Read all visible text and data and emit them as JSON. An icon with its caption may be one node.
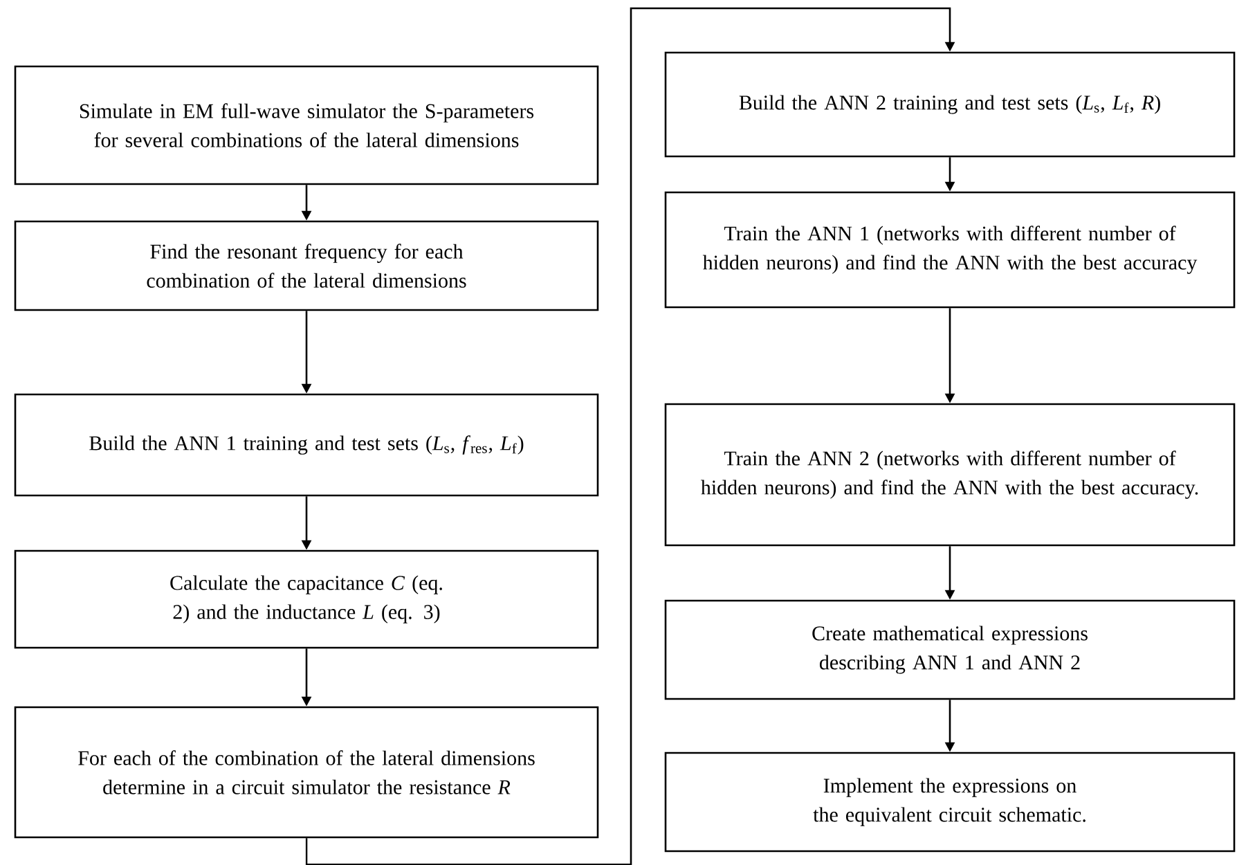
{
  "diagram": {
    "nodes": [
      {
        "text": [
          "Simulate in EM full-wave simulator the S-parameters for several combinations of the lateral dimensions"
        ]
      },
      {
        "text": [
          "Find the resonant frequency for each combination of the lateral dimensions"
        ]
      },
      {
        "text": [
          "Build the ANN 1 training and test sets (*L*$_{s}$, *f*$_{res}$, *L*$_{f}$)"
        ]
      },
      {
        "text": [
          "Calculate the capacitance *C* (eq. 2) and the inductance *L* (eq. 3)"
        ]
      },
      {
        "text": [
          "For each of the combination of the lateral dimensions determine in a circuit simulator the resistance *R*"
        ]
      },
      {
        "text": [
          "Build the ANN 2 training and test sets (*L*$_{s}$, *L*$_{f}$, *R*)"
        ]
      },
      {
        "text": [
          "Train the ANN 1 (networks with different number of hidden neurons) and find the ANN with the best accuracy"
        ]
      },
      {
        "text": [
          "Train the ANN 2 (networks with different number of hidden neurons) and find the ANN with the best accuracy."
        ]
      },
      {
        "text": [
          "Create mathematical expressions describing ANN 1 and ANN 2"
        ]
      },
      {
        "text": [
          "Implement the expressions on the equivalent circuit schematic."
        ]
      }
    ],
    "edges": [
      {
        "from": 0,
        "to": 1,
        "arrow": "to"
      },
      {
        "from": 1,
        "to": 2,
        "arrow": "to"
      },
      {
        "from": 2,
        "to": 3,
        "arrow": "to"
      },
      {
        "from": 3,
        "to": 4,
        "arrow": "to"
      },
      {
        "from": 4,
        "to": 5,
        "arrow": "to"
      },
      {
        "from": 5,
        "to": 6,
        "arrow": "to"
      },
      {
        "from": 6,
        "to": 7,
        "arrow": "to"
      },
      {
        "from": 7,
        "to": 8,
        "arrow": "to"
      },
      {
        "from": 8,
        "to": 9,
        "arrow": "to"
      }
    ]
  }
}
